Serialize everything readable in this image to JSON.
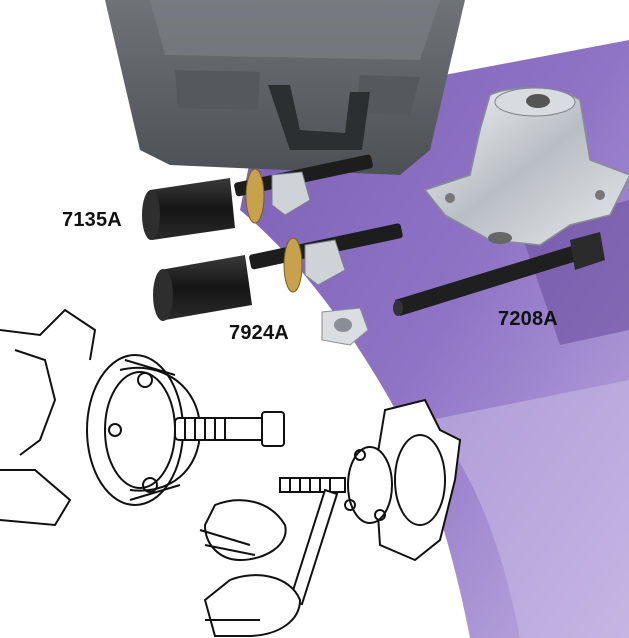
{
  "labels": {
    "kit_7135a": "7135A",
    "kit_7924a": "7924A",
    "kit_7208a": "7208A"
  },
  "colors": {
    "background": "#ffffff",
    "purple_dark": "#6a4f9e",
    "purple_mid": "#8a6fc0",
    "purple_light": "#b9a6dc",
    "case_gray": "#5e6266",
    "tool_black": "#1f1f1f",
    "chrome": "#c9cdd2"
  }
}
